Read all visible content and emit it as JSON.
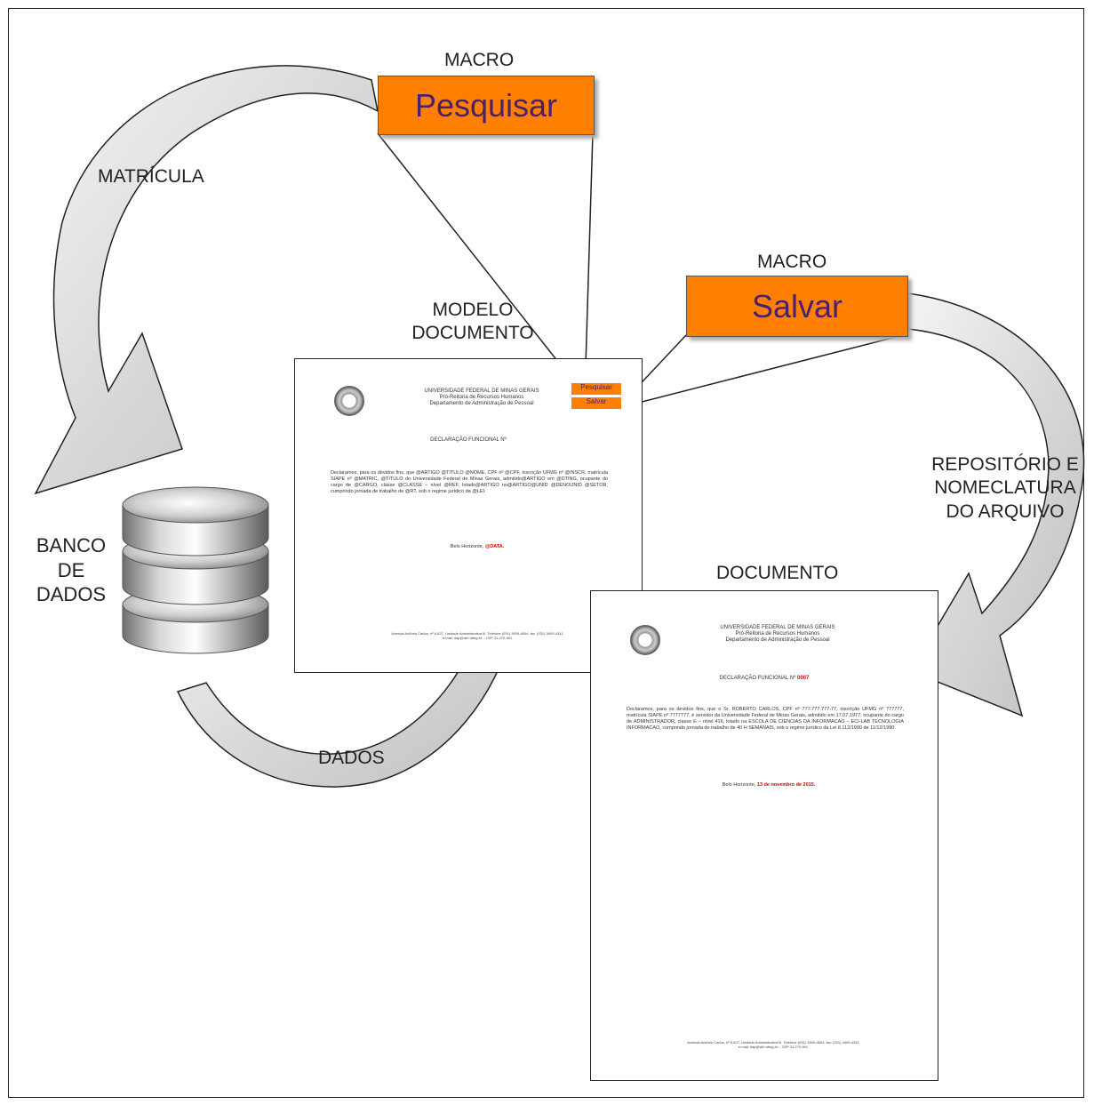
{
  "labels": {
    "macro_top": "MACRO",
    "pesquisar": "Pesquisar",
    "matricula": "MATRÍCULA",
    "macro_right": "MACRO",
    "salvar": "Salvar",
    "modelo_line1": "MODELO",
    "modelo_line2": "DOCUMENTO",
    "repositorio_line1": "REPOSITÓRIO E",
    "repositorio_line2": "NOMECLATURA",
    "repositorio_line3": "DO ARQUIVO",
    "banco_line1": "BANCO",
    "banco_line2": "DE",
    "banco_line3": "DADOS",
    "documento": "DOCUMENTO",
    "dados": "DADOS"
  },
  "template_doc": {
    "header_line1": "UNIVERSIDADE FEDERAL DE MINAS GERAIS",
    "header_line2": "Pró-Reitoria de Recursos Humanos",
    "header_line3": "Departamento de Administração de Pessoal",
    "title": "DECLARAÇÃO FUNCIONAL Nº",
    "body_text": "Declaramos, para os devidos fins, que @ARTIGO @TITULO @NOME, CPF nº @CPF, inscrição UFMG nº @INSCR, matrícula SIAPE nº @MATRIC, @TITULO do Universidade Federal de Minas Gerais, admitido@ARTIGO em @DTING, ocupante do cargo de @CARGO, classe @CLASSE – nível @REF, lotado@ARTIGO no@ARTIGO@UNID @DENOUNID @SETOR, cumprindo jornada de trabalho de @RT, sob o regime jurídico da @LEI.",
    "city": "Belo Horizonte,",
    "city_var": "@DATA.",
    "macro1": "Pesquisar",
    "macro2": "Salvar",
    "footer_line1": "Avenida Antônio Carlos, nº 6.627, Unidade Administrativa III, Telefone (031) 3409-4604, fax: (031) 3409-4341",
    "footer_line2": "e-mail: dap@drh.ufmg.br – CEP 31.270-901"
  },
  "final_doc": {
    "header_line1": "UNIVERSIDADE FEDERAL DE MINAS GERAIS",
    "header_line2": "Pró-Reitoria de Recursos Humanos",
    "header_line3": "Departamento de Administração de Pessoal",
    "title": "DECLARAÇÃO FUNCIONAL Nº",
    "title_num": "0007",
    "body_text": "Declaramos, para os devidos fins, que o Sr. ROBERTO CARLOS, CPF nº 777.777.777-77, inscrição UFMG nº 777777, matrícula SIAPE nº 7777777, é servidor da Universidade Federal de Minas Gerais, admitido em 17.07.1977, ocupante do cargo de ADMINISTRADOR, classe E – nível 416, lotado na ESCOLA DE CIENCIAS DA INFORMACAO – ECI-LAB TECNOLOGIA INFORMACAO, cumprindo jornada de trabalho de 40 H SEMANAIS, sob o regime jurídico da Lei 8.112/1990 de 11/12/1990.",
    "city": "Belo Horizonte,",
    "city_var": "13 de novembro de 2015.",
    "footer_line1": "Avenida Antônio Carlos, nº 6.627, Unidade Administrativa III, Telefone (031) 3409-4604, fax: (031) 3409-4341",
    "footer_line2": "e-mail: dap@drh.ufmg.br – CEP 31.270-901"
  },
  "colors": {
    "macro_fill": "#ff8000",
    "macro_text": "#4a1f6e",
    "variable_red": "#d00000"
  },
  "icons": {
    "database": "database-cylinder-icon",
    "seal": "university-seal-icon"
  }
}
